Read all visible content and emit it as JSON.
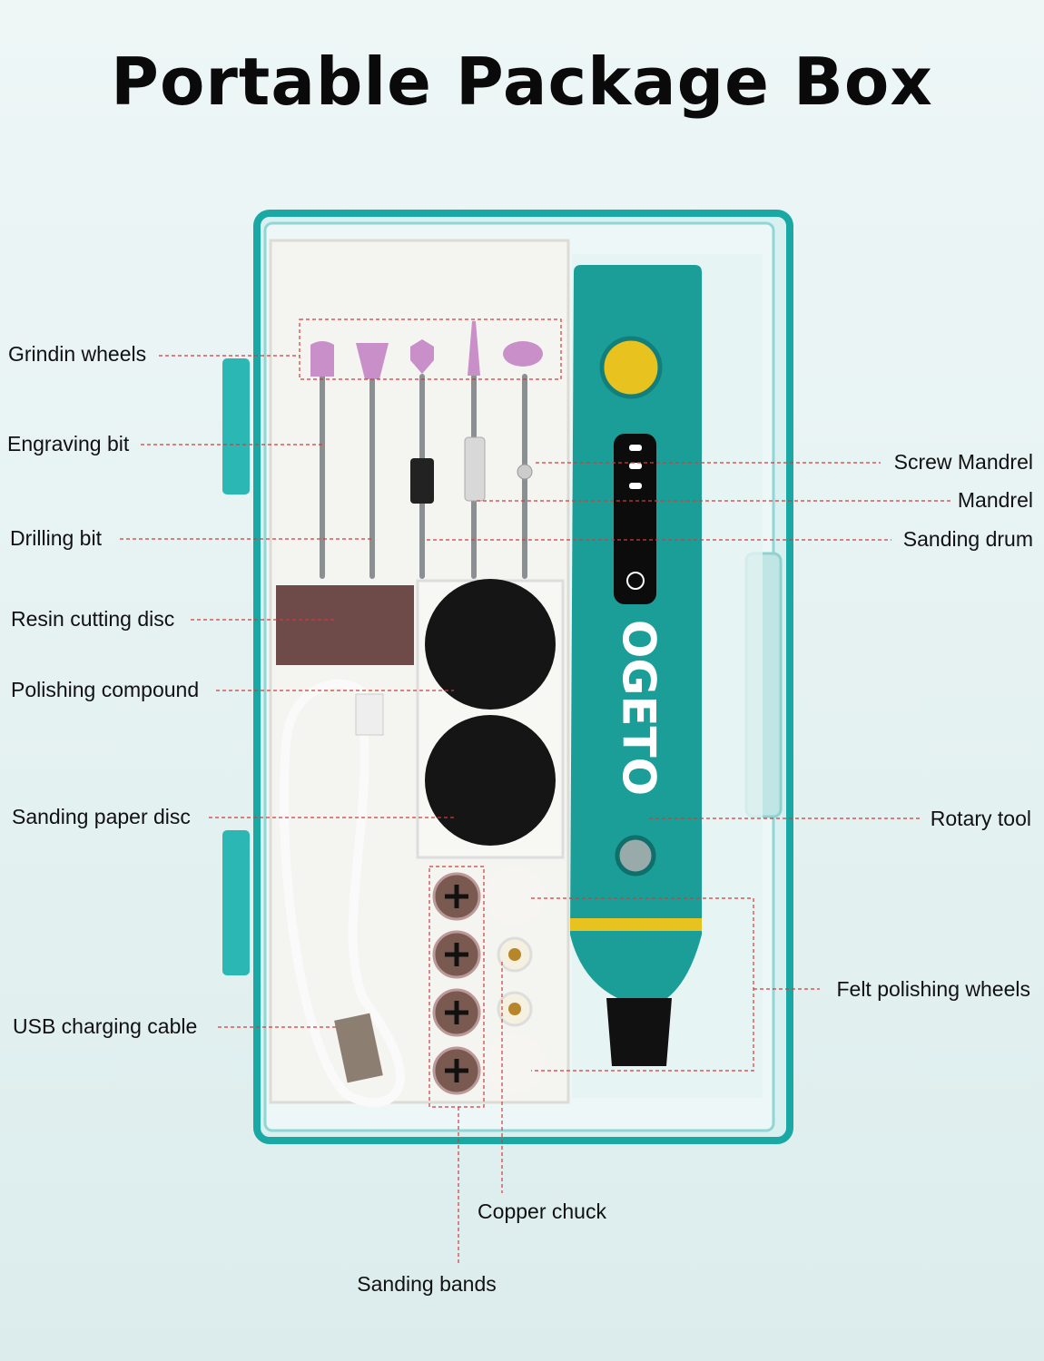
{
  "title": "Portable Package Box",
  "brand": "OGETO",
  "colors": {
    "teal": "#17a3a0",
    "leader": "#d23b3b",
    "yellow": "#e8c21e"
  },
  "labels": {
    "grinding_wheels": "Grindin wheels",
    "engraving_bit": "Engraving bit",
    "drilling_bit": "Drilling bit",
    "resin_cutting_disc": "Resin cutting disc",
    "polishing_compound": "Polishing compound",
    "sanding_paper_disc": "Sanding paper disc",
    "usb_charging_cable": "USB charging cable",
    "screw_mandrel": "Screw Mandrel",
    "mandrel": "Mandrel",
    "sanding_drum": "Sanding drum",
    "rotary_tool": "Rotary tool",
    "felt_polishing_wheels": "Felt polishing wheels",
    "copper_chuck": "Copper chuck",
    "sanding_bands": "Sanding bands"
  }
}
